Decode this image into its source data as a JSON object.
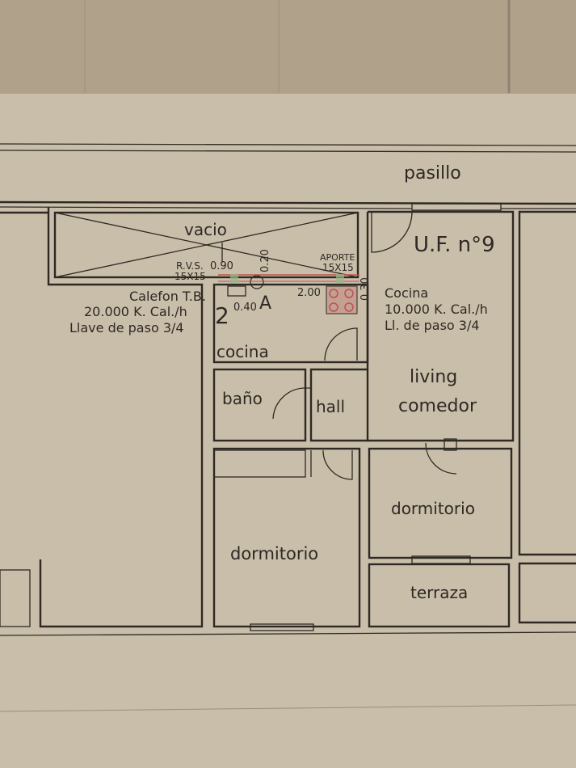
{
  "plan": {
    "corridor": "pasillo",
    "unit": "U.F. n°9",
    "void": "vacio",
    "rooms": {
      "kitchen": "cocina",
      "bath": "baño",
      "hall": "hall",
      "living_1": "living",
      "living_2": "comedor",
      "bedroom_right": "dormitorio",
      "bedroom_left": "dormitorio",
      "terrace": "terraza"
    },
    "annotations": {
      "rvs": "R.V.S.",
      "rvs_size": "15X15",
      "dim_090": "0.90",
      "dim_020": "0.20",
      "aporte": "APORTE",
      "aporte_size": "15X15",
      "dim_200": "2.00",
      "dim_030": "0.30",
      "dim_040": "0.40",
      "mark_a": "A",
      "mark_2": "2",
      "heater_1": "Calefon T.B.",
      "heater_2": "20.000 K. Cal./h",
      "heater_3": "Llave de paso 3/4",
      "stove_1": "Cocina",
      "stove_2": "10.000 K. Cal./h",
      "stove_3": "Ll. de paso 3/4"
    }
  },
  "colors": {
    "paper": "#c9bea9",
    "background": "#b0a18b",
    "ink": "#2e2924",
    "gas": "#c0504d",
    "vent": "#9ab88a"
  }
}
